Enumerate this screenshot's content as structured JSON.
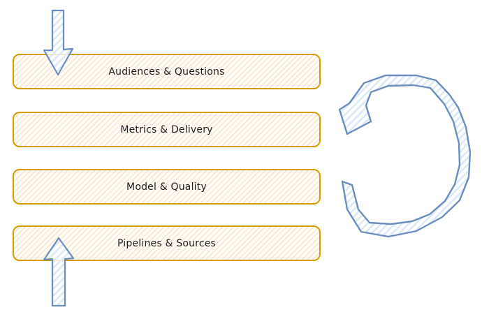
{
  "diagram": {
    "type": "flow-diagram",
    "boxes": [
      {
        "id": "audiences-questions",
        "label": "Audiences & Questions"
      },
      {
        "id": "metrics-delivery",
        "label": "Metrics & Delivery"
      },
      {
        "id": "model-quality",
        "label": "Model & Quality"
      },
      {
        "id": "pipelines-sources",
        "label": "Pipelines & Sources"
      }
    ],
    "arrows": [
      {
        "id": "down-arrow",
        "direction": "down"
      },
      {
        "id": "up-arrow",
        "direction": "up"
      },
      {
        "id": "cycle-arrow",
        "direction": "counterclockwise-cycle"
      }
    ],
    "colors": {
      "box_border": "#D79B00",
      "box_hatch": "#FBE3C8",
      "arrow_line": "#6C8EBF",
      "arrow_hatch": "#DCE9FA",
      "text": "#1F1F1F",
      "background": "#FFFFFF"
    }
  }
}
